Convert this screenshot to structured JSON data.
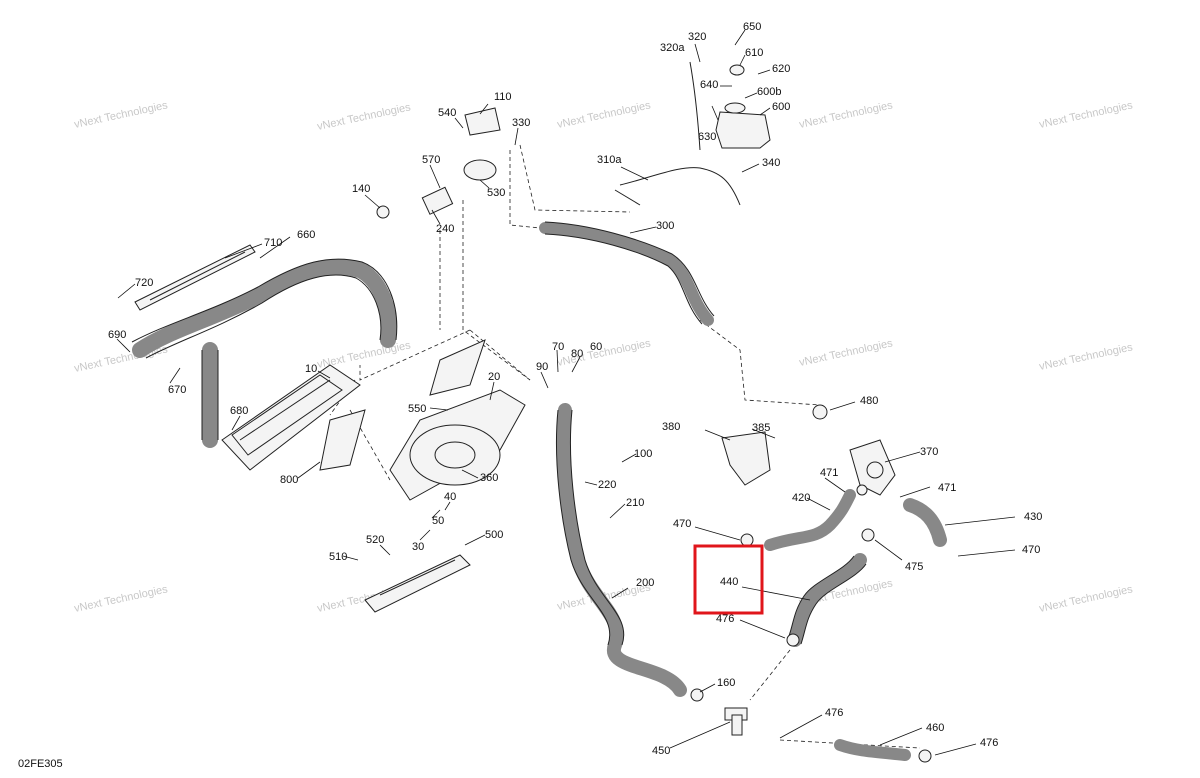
{
  "diagram_code": "02FE305",
  "watermark": "vNext Technologies",
  "highlighted_callout": "440",
  "highlight_color": "#e0151b",
  "callouts": [
    "10",
    "20",
    "30",
    "40",
    "50",
    "60",
    "70",
    "80",
    "90",
    "100",
    "110",
    "140",
    "160",
    "200",
    "210",
    "220",
    "240",
    "300",
    "310a",
    "320",
    "320a",
    "330",
    "340",
    "360",
    "370",
    "380",
    "385",
    "420",
    "430",
    "440",
    "450",
    "460",
    "470",
    "471",
    "475",
    "476",
    "480",
    "500",
    "510",
    "520",
    "530",
    "540",
    "550",
    "570",
    "600",
    "600b",
    "610",
    "620",
    "630",
    "640",
    "650",
    "660",
    "670",
    "680",
    "690",
    "710",
    "720",
    "800"
  ]
}
